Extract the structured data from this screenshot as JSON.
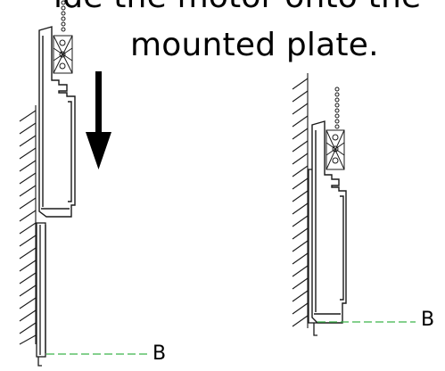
{
  "instruction": {
    "line1": "ide the motor onto the",
    "line2": "mounted plate."
  },
  "labels": {
    "b_left": "B",
    "b_right": "B"
  },
  "colors": {
    "stroke": "#1a1a1a",
    "guide": "#3cb34a",
    "arrow": "#000000"
  },
  "icons": {
    "arrow": "down-arrow-icon",
    "chain": "bead-chain-icon",
    "wall": "wall-hatching-icon"
  }
}
